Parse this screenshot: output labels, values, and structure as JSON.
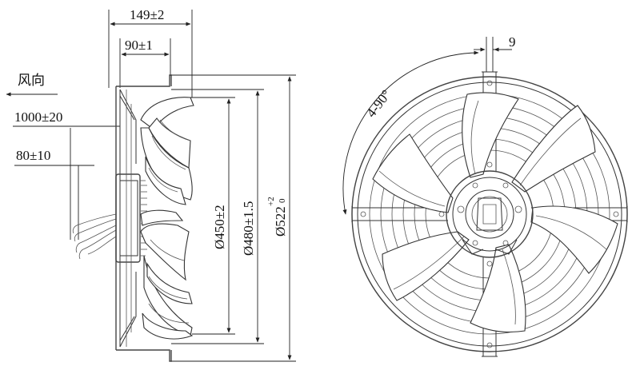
{
  "side_view": {
    "dim_depth_total": "149±2",
    "dim_depth_mount": "90±1",
    "airflow_label": "风向",
    "dim_cable_length": "1000±20",
    "dim_strip_length": "80±10",
    "dim_dia_450": "Ø450±2",
    "dim_dia_480": "Ø480±1.5",
    "dim_dia_522": "Ø522",
    "dim_dia_522_tol_upper": "+2",
    "dim_dia_522_tol_lower": "0"
  },
  "front_view": {
    "dim_slot_width": "9",
    "dim_slot_angle": "4-90°"
  },
  "colors": {
    "line": "#333333",
    "background": "#ffffff"
  }
}
